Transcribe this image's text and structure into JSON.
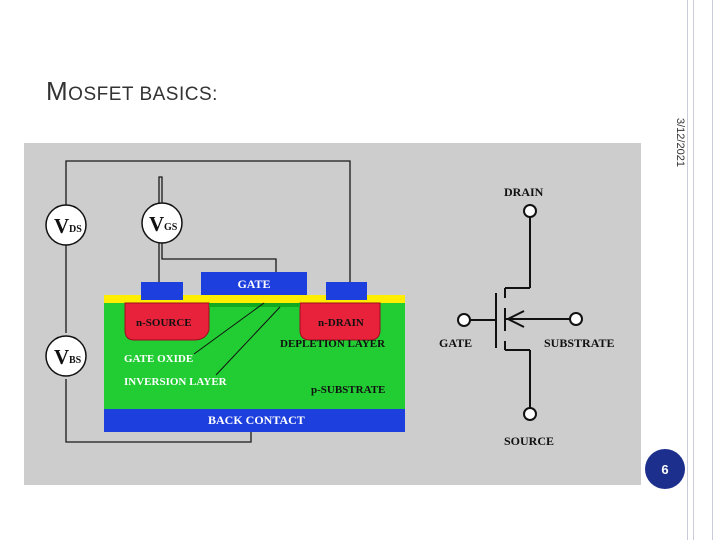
{
  "slide": {
    "title_first": "M",
    "title_rest": "OSFET BASICS:",
    "date": "3/12/2021",
    "page_number": "6"
  },
  "diagram": {
    "meters": {
      "vds_main": "V",
      "vds_sub": "DS",
      "vgs_main": "V",
      "vgs_sub": "GS",
      "vbs_main": "V",
      "vbs_sub": "BS"
    },
    "device": {
      "gate": "GATE",
      "source": "n-SOURCE",
      "drain": "n-DRAIN",
      "gate_oxide": "GATE OXIDE",
      "inversion_layer": "INVERSION LAYER",
      "depletion_layer": "DEPLETION LAYER",
      "substrate": "p-SUBSTRATE",
      "back_contact": "BACK CONTACT"
    },
    "symbol": {
      "drain": "DRAIN",
      "gate": "GATE",
      "substrate": "SUBSTRATE",
      "source": "SOURCE"
    }
  },
  "colors": {
    "panel": "#cdcdcd",
    "substrate": "#22cc33",
    "nregion": "#e8223a",
    "metal": "#1d3fdd",
    "oxide": "#ffee00"
  }
}
